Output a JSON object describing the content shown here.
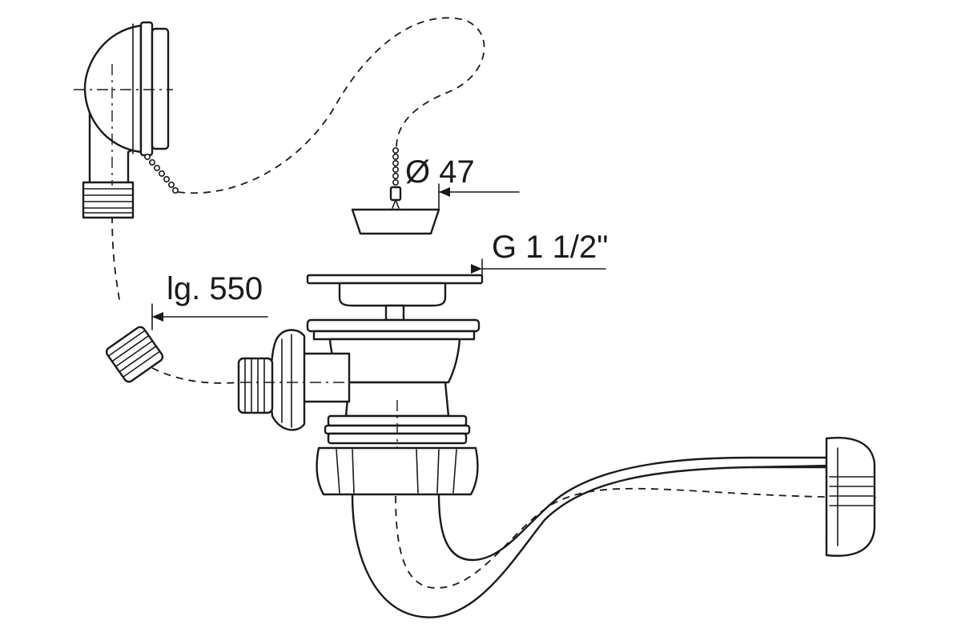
{
  "labels": {
    "plug_diameter": "Ø 47",
    "thread_size": "G 1 1/2\"",
    "hose_length": "lg. 550"
  },
  "colors": {
    "line": "#1a1a1a",
    "background": "#ffffff"
  }
}
